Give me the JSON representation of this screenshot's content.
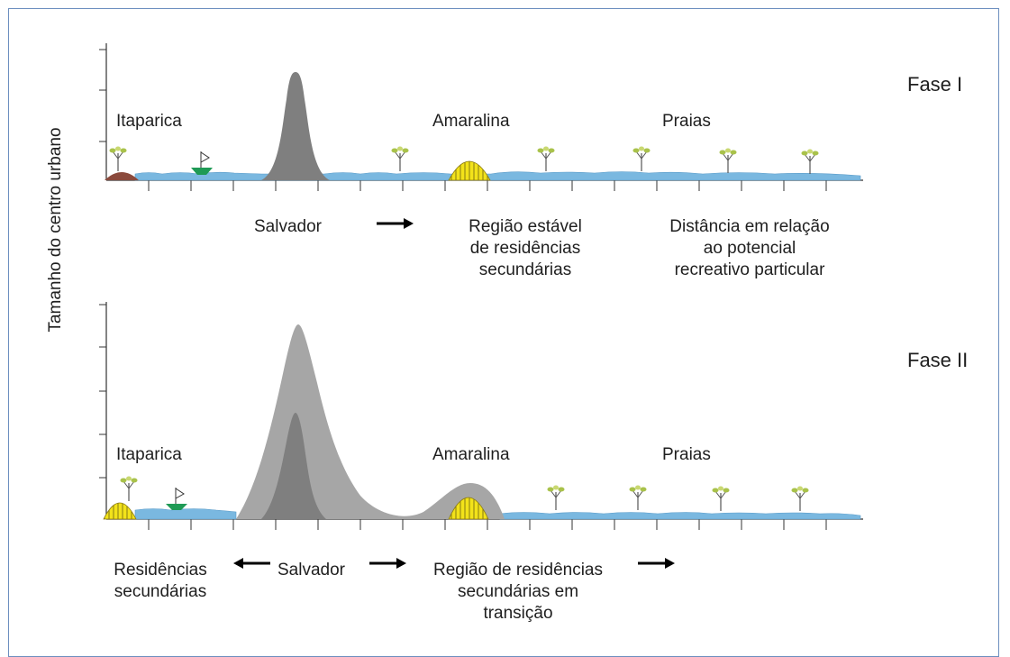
{
  "y_axis_title": "Tamanho do centro urbano",
  "phase1": {
    "phase_label": "Fase I",
    "place_labels": {
      "itaparica": "Itaparica",
      "amaralina": "Amaralina",
      "praias": "Praias"
    },
    "bottom_labels": {
      "salvador": "Salvador",
      "regiao_line1": "Região estável",
      "regiao_line2": "de residências",
      "regiao_line3": "secundárias",
      "distancia_line1": "Distância em relação",
      "distancia_line2": "ao potencial",
      "distancia_line3": "recreativo particular"
    }
  },
  "phase2": {
    "phase_label": "Fase II",
    "place_labels": {
      "itaparica": "Itaparica",
      "amaralina": "Amaralina",
      "praias": "Praias"
    },
    "bottom_labels": {
      "residencias_line1": "Residências",
      "residencias_line2": "secundárias",
      "salvador": "Salvador",
      "regiao_line1": "Região de residências",
      "regiao_line2": "secundárias em",
      "regiao_line3": "transição"
    }
  },
  "colors": {
    "water": "#7ab8e0",
    "salvador_peak": "#7f7f7f",
    "salvador_outer": "#a6a6a6",
    "residences_yellow": "#f2e21a",
    "itaparica_brown": "#8b4a3c",
    "boat_green": "#1f9a55",
    "arrow": "#000000"
  }
}
